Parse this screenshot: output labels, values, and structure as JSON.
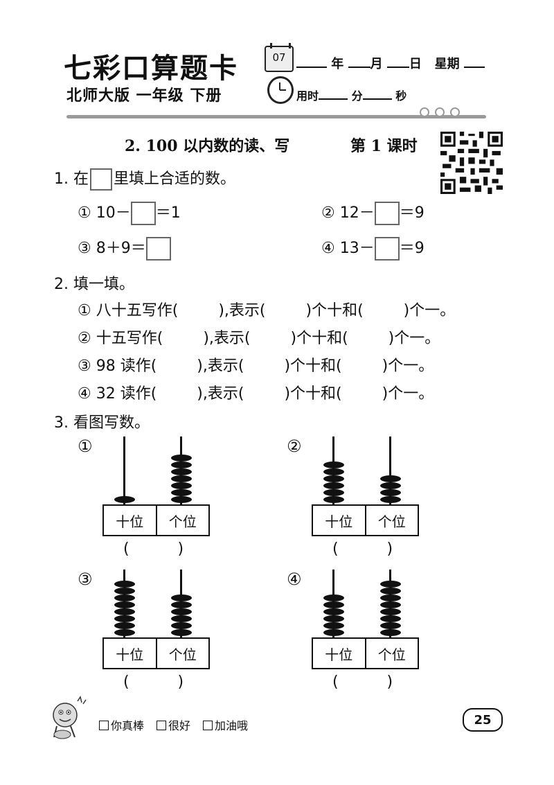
{
  "header": {
    "brand": "七彩口算题卡",
    "edition": "北师大版   一年级   下册",
    "calendar_day": "07",
    "date_labels": [
      "年",
      "月",
      "日",
      "星期"
    ],
    "time_label": "用时",
    "time_units": [
      "分",
      "秒"
    ]
  },
  "lesson": {
    "title": "2. 100 以内数的读、写",
    "period": "第 1 课时"
  },
  "q1": {
    "prompt_before": "1. 在",
    "prompt_after": "里填上合适的数。",
    "items": [
      {
        "before": "① 10－",
        "after": "＝1"
      },
      {
        "before": "② 12－",
        "after": "＝9"
      },
      {
        "before": "③ 8＋9＝",
        "after": ""
      },
      {
        "before": "④ 13－",
        "after": "＝9"
      }
    ]
  },
  "q2": {
    "prompt": "2. 填一填。",
    "items": [
      {
        "head": "① 八十五写作(",
        "mid1": "),表示(",
        "mid2": ")个十和(",
        "tail": ")个一。"
      },
      {
        "head": "② 十五写作(",
        "mid1": "),表示(",
        "mid2": ")个十和(",
        "tail": ")个一。"
      },
      {
        "head": "③ 98 读作(",
        "mid1": "),表示(",
        "mid2": ")个十和(",
        "tail": ")个一。"
      },
      {
        "head": "④ 32 读作(",
        "mid1": "),表示(",
        "mid2": ")个十和(",
        "tail": ")个一。"
      }
    ]
  },
  "q3": {
    "prompt": "3. 看图写数。",
    "place_tens": "十位",
    "place_ones": "个位",
    "answer": "(          )",
    "abaci": [
      {
        "label": "①",
        "tens": 1,
        "ones": 7
      },
      {
        "label": "②",
        "tens": 6,
        "ones": 4
      },
      {
        "label": "③",
        "tens": 8,
        "ones": 6
      },
      {
        "label": "④",
        "tens": 6,
        "ones": 8
      }
    ]
  },
  "footer": {
    "ratings": [
      "你真棒",
      "很好",
      "加油哦"
    ],
    "page_number": "25"
  }
}
